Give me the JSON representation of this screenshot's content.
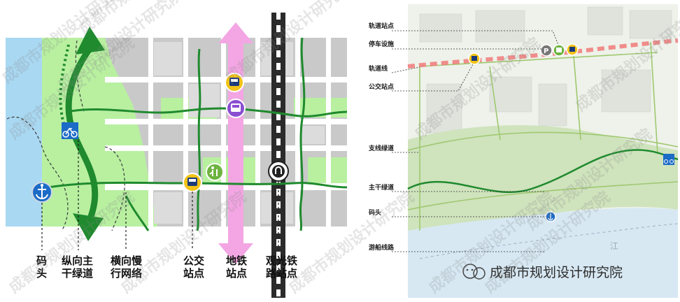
{
  "left_diagram": {
    "labels": {
      "pier": "码\n头",
      "main_greenway": "纵向主\n干绿道",
      "slow_network": "横向慢\n行网络",
      "bus_stop": "公交\n站点",
      "metro_stop": "地铁\n站点",
      "tour_rail_stop": "观光铁\n路站点"
    }
  },
  "right_map": {
    "labels": {
      "rail_station": "轨道站点",
      "parking": "停车设施",
      "rail_line": "轨道线",
      "bus_stop": "公交站点",
      "branch_greenway": "支线绿道",
      "main_greenway": "主干绿道",
      "pier": "码头",
      "cruise_route": "游船线路"
    },
    "river_char": "江"
  },
  "brand": {
    "name": "成都市规划设计研究院"
  },
  "watermark": {
    "text": "成都市规划设计研究院"
  },
  "colors": {
    "green_dark": "#1f8a2e",
    "green_light": "#b8f0a0",
    "water": "#a9d8f2",
    "block_gray": "#c8c8c8",
    "metro_pink": "#f3a6e3",
    "bus_yellow": "#f2c318",
    "rail_red": "#f07a7a"
  }
}
